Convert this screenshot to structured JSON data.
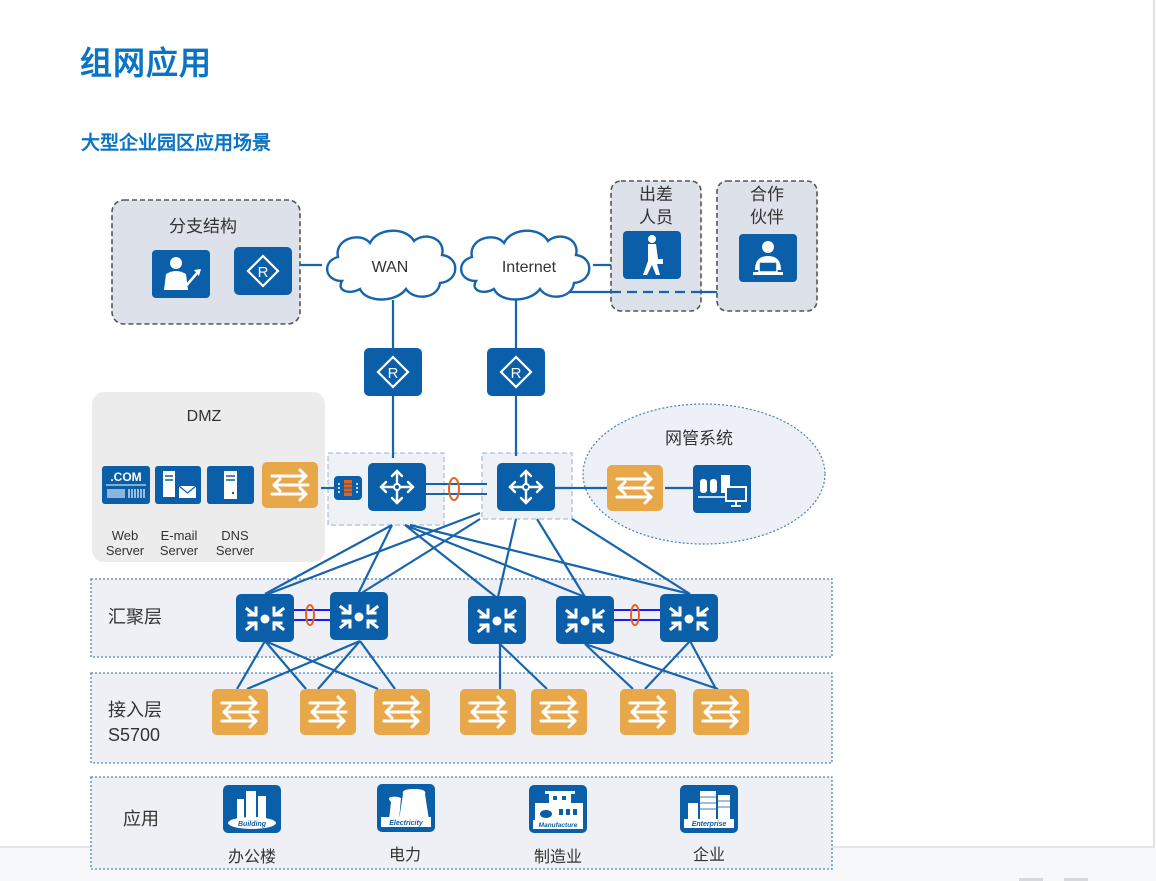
{
  "page": {
    "title": "组网应用",
    "section_title": "大型企业园区应用场景"
  },
  "colors": {
    "accent": "#0a74c4",
    "device_blue": "#0b5ea8",
    "switch_orange": "#e8a84a",
    "link_blue": "#1764ad",
    "stack_blue": "#1a1aff",
    "eth_trunk_orange": "#e8631a",
    "zone_fill": "#eef0f5",
    "dmz_fill": "#ececec"
  },
  "diagram": {
    "branch": {
      "label": "分支结构",
      "icons": [
        "manager-icon",
        "router-icon"
      ]
    },
    "clouds": [
      {
        "id": "wan",
        "label": "WAN"
      },
      {
        "id": "internet",
        "label": "Internet"
      }
    ],
    "remote_groups": [
      {
        "id": "traveler",
        "label_line1": "出差",
        "label_line2": "人员",
        "icon": "traveler-icon"
      },
      {
        "id": "partner",
        "label_line1": "合作",
        "label_line2": "伙伴",
        "icon": "partner-icon"
      }
    ],
    "egress_routers": [
      {
        "id": "router-wan",
        "icon": "router-icon"
      },
      {
        "id": "router-internet",
        "icon": "router-icon"
      }
    ],
    "dmz": {
      "label": "DMZ",
      "badge_text": ".COM",
      "servers": [
        {
          "id": "web",
          "line1": "Web",
          "line2": "Server"
        },
        {
          "id": "email",
          "line1": "E-mail",
          "line2": "Server"
        },
        {
          "id": "dns",
          "line1": "DNS",
          "line2": "Server"
        }
      ]
    },
    "core": {
      "switches": [
        {
          "id": "core-1"
        },
        {
          "id": "core-2"
        }
      ],
      "firewall": "firewall-icon"
    },
    "nms": {
      "label": "网管系统"
    },
    "layers": [
      {
        "id": "aggregation",
        "label_line1": "汇聚层",
        "label_line2": "",
        "device_count": 5
      },
      {
        "id": "access",
        "label_line1": "接入层",
        "label_line2": "S5700",
        "device_count": 7
      },
      {
        "id": "application",
        "label_line1": "应用",
        "label_line2": ""
      }
    ],
    "applications": [
      {
        "id": "office",
        "label": "办公楼",
        "badge": "Building"
      },
      {
        "id": "power",
        "label": "电力",
        "badge": "Electricity"
      },
      {
        "id": "manufacturing",
        "label": "制造业",
        "badge": "Manufacture"
      },
      {
        "id": "enterprise",
        "label": "企业",
        "badge": "Enterprise"
      }
    ]
  }
}
